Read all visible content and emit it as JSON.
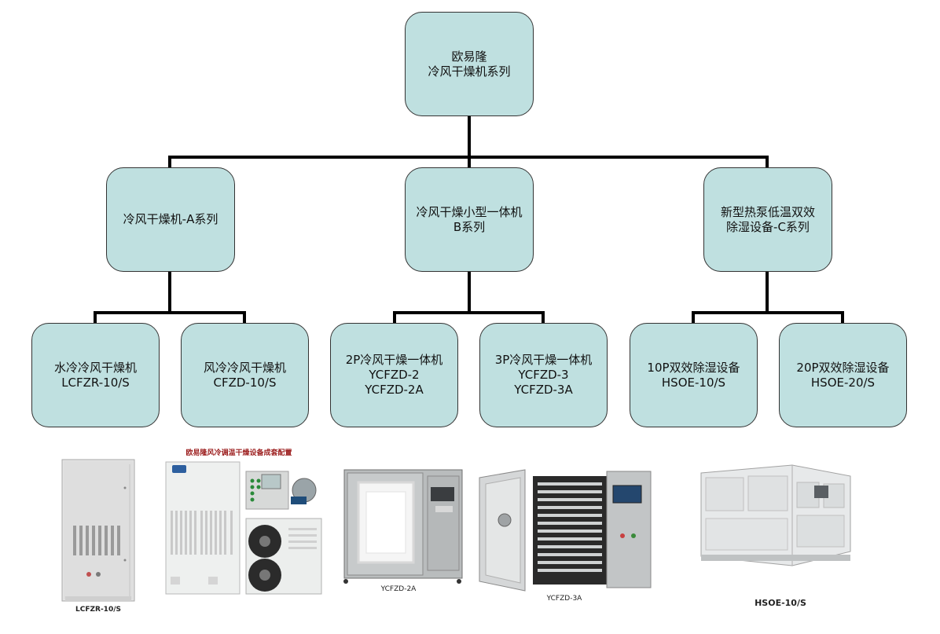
{
  "root": {
    "line1": "欧易隆",
    "line2": "冷风干燥机系列"
  },
  "categories": [
    {
      "line1": "冷风干燥机-A系列",
      "line2": ""
    },
    {
      "line1": "冷风干燥小型一体机",
      "line2": "B系列"
    },
    {
      "line1": "新型热泵低温双效",
      "line2": "除湿设备-C系列"
    }
  ],
  "products": [
    {
      "line1": "水冷冷风干燥机",
      "line2": "LCFZR-10/S",
      "line3": ""
    },
    {
      "line1": "风冷冷风干燥机",
      "line2": "CFZD-10/S",
      "line3": ""
    },
    {
      "line1": "2P冷风干燥一体机",
      "line2": "YCFZD-2",
      "line3": "YCFZD-2A"
    },
    {
      "line1": "3P冷风干燥一体机",
      "line2": "YCFZD-3",
      "line3": "YCFZD-3A"
    },
    {
      "line1": "10P双效除湿设备",
      "line2": "HSOE-10/S",
      "line3": ""
    },
    {
      "line1": "20P双效除湿设备",
      "line2": "HSOE-20/S",
      "line3": ""
    }
  ],
  "photos": {
    "caption_1": "LCFZR-10/S",
    "header_2": "欧易隆风冷调温干燥设备成套配置",
    "caption_3": "YCFZD-2A",
    "caption_4": "YCFZD-3A",
    "caption_5": "HSOE-10/S"
  },
  "colors": {
    "node_fill": "#bfe0e0",
    "connector": "#000000"
  }
}
